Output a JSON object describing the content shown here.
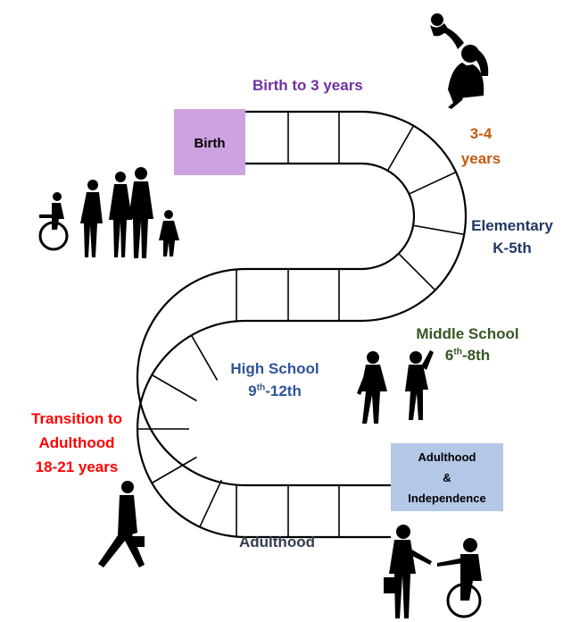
{
  "colors": {
    "purple": "#7030a0",
    "orange": "#c55a11",
    "navy": "#203864",
    "green": "#375623",
    "blue": "#2e5597",
    "red": "#ff0000",
    "slate": "#333f50",
    "birth_box": "#cca3e0",
    "adult_box": "#b4c7e7",
    "path_stroke": "#000000",
    "silhouette": "#000000"
  },
  "stages": {
    "birth_to_3": "Birth to 3 years",
    "age_3_4": {
      "line1": "3-4",
      "line2": "years"
    },
    "elementary": {
      "line1": "Elementary",
      "line2": "K-5th"
    },
    "middle_school": {
      "line1": "Middle School",
      "line2_base": "6",
      "line2_sup": "th",
      "line2_rest": "-8th"
    },
    "high_school": {
      "line1": "High School",
      "line2_base": "9",
      "line2_sup": "th",
      "line2_rest": "-12th"
    },
    "transition": {
      "line1": "Transition to",
      "line2": "Adulthood",
      "line3": "18-21 years"
    },
    "adulthood": "Adulthood"
  },
  "boxes": {
    "birth": "Birth",
    "adult_line1": "Adulthood",
    "adult_line2": "&",
    "adult_line3": "Independence"
  },
  "icons": {
    "mother_baby": "mother-holding-baby-silhouette-icon",
    "family": "family-with-wheelchair-silhouette-icon",
    "kids": "dancing-children-silhouette-icon",
    "walker": "businessman-walking-silhouette-icon",
    "handshake": "handshake-with-wheelchair-user-silhouette-icon"
  }
}
